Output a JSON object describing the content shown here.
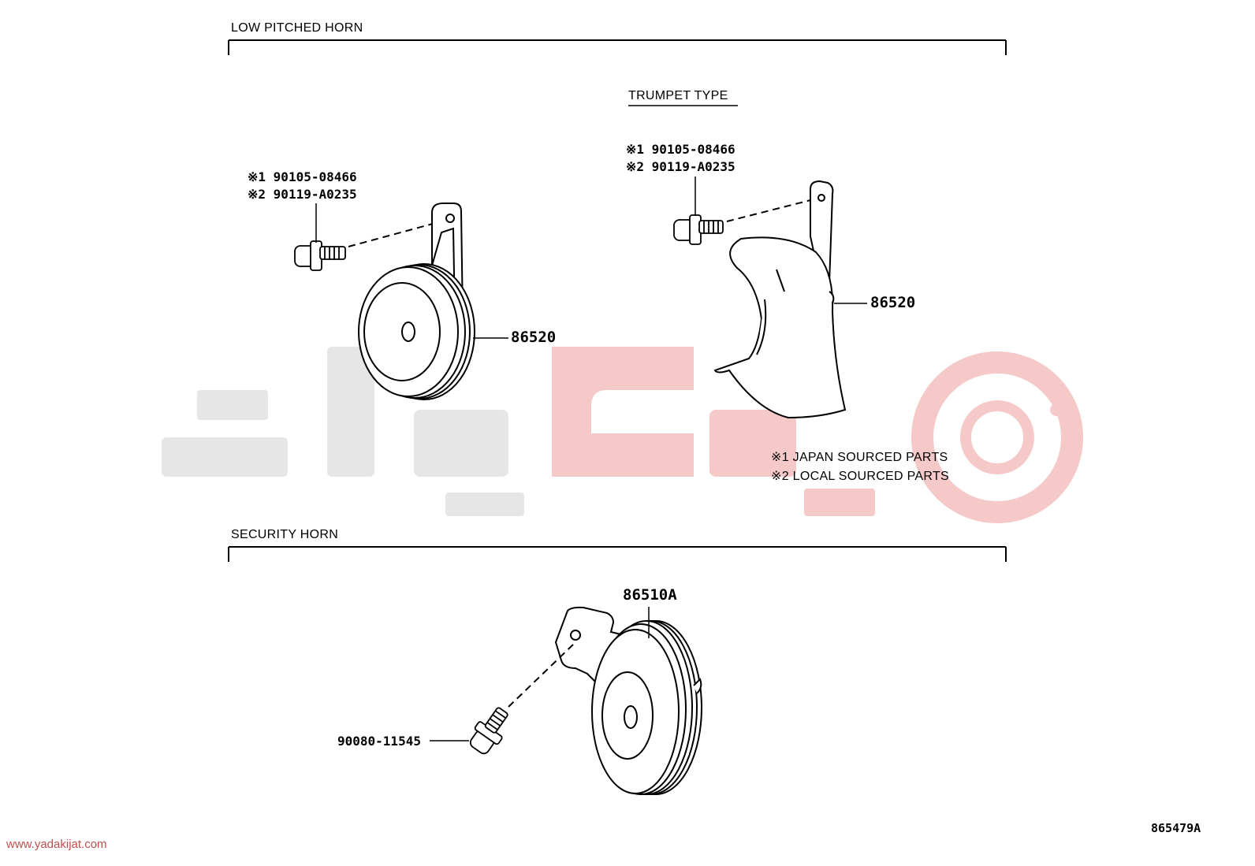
{
  "sections": {
    "low_pitched": {
      "title": "LOW PITCHED HORN"
    },
    "security": {
      "title": "SECURITY HORN"
    }
  },
  "disc_horn": {
    "bolt_note_1": "※1 90105-08466",
    "bolt_note_2": "※2 90119-A0235",
    "part_number": "86520"
  },
  "trumpet_horn": {
    "title": "TRUMPET TYPE",
    "bolt_note_1": "※1 90105-08466",
    "bolt_note_2": "※2 90119-A0235",
    "part_number": "86520"
  },
  "legend": {
    "note_1": "※1 JAPAN SOURCED PARTS",
    "note_2": "※2 LOCAL SOURCED PARTS"
  },
  "security_horn": {
    "part_number": "86510A",
    "bolt_number": "90080-11545"
  },
  "footer": {
    "website": "www.yadakijat.com",
    "illustration_code": "865479A"
  },
  "colors": {
    "line": "#000000",
    "watermark_gray": "#e6e6e6",
    "watermark_red": "#f6c9c9",
    "footer_text": "#c0504d"
  }
}
